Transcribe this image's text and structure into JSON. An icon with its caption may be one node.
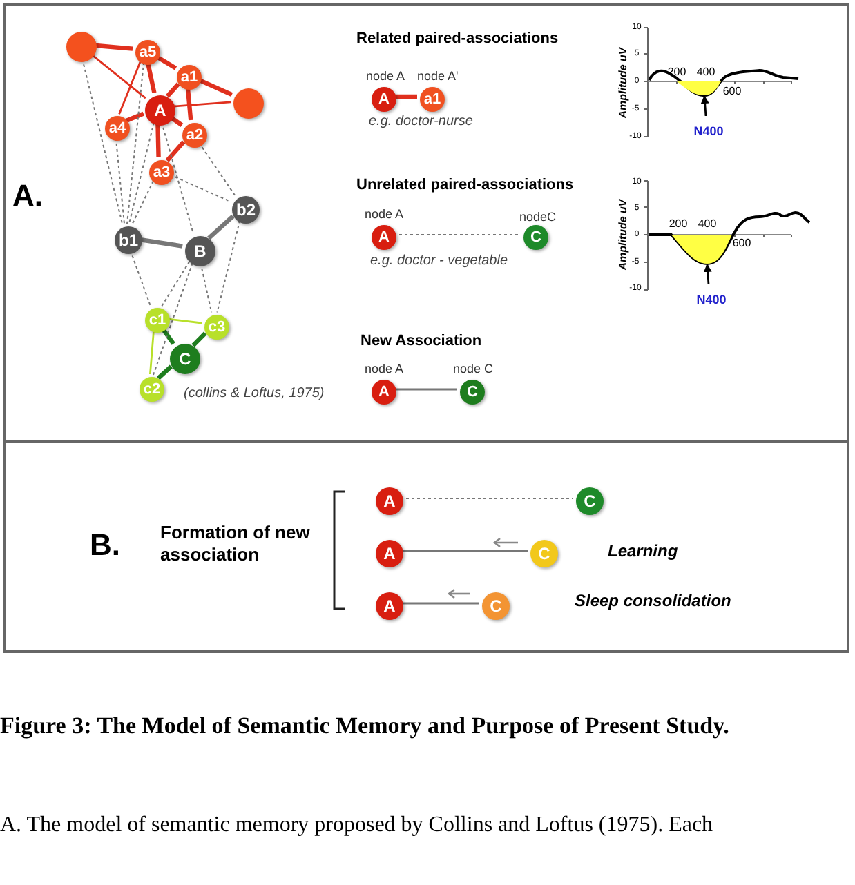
{
  "diagram": {
    "caption": "Figure 3: The Model of Semantic Memory and Purpose of Present Study.",
    "nodes": [
      {
        "text": [
          "A."
        ]
      },
      {
        "text": [],
        "shape": "circle",
        "in": 0
      },
      {
        "text": [
          "a5"
        ],
        "in": 0
      },
      {
        "text": [
          "a1"
        ],
        "in": 0
      },
      {
        "text": [],
        "shape": "circle",
        "in": 0
      },
      {
        "text": [
          "A"
        ],
        "in": 0
      },
      {
        "text": [
          "a4"
        ],
        "in": 0
      },
      {
        "text": [
          "a2"
        ],
        "in": 0
      },
      {
        "text": [
          "a3"
        ],
        "in": 0
      },
      {
        "text": [
          "b2"
        ],
        "in": 0
      },
      {
        "text": [
          "b1"
        ],
        "in": 0
      },
      {
        "text": [
          "B"
        ],
        "in": 0
      },
      {
        "text": [
          "c1"
        ],
        "in": 0
      },
      {
        "text": [
          "c3"
        ],
        "in": 0
      },
      {
        "text": [
          "C"
        ],
        "in": 0
      },
      {
        "text": [
          "c2"
        ],
        "in": 0
      },
      {
        "text": [
          "A"
        ],
        "beside": [
          "node A"
        ],
        "in": 0
      },
      {
        "text": [
          "a1"
        ],
        "beside": [
          "node A'"
        ],
        "in": 0
      },
      {
        "text": [
          "A"
        ],
        "beside": [
          "node A"
        ],
        "in": 0
      },
      {
        "text": [
          "C"
        ],
        "beside": [
          "nodeC"
        ],
        "in": 0
      },
      {
        "text": [
          "A"
        ],
        "beside": [
          "node A"
        ],
        "in": 0
      },
      {
        "text": [
          "C"
        ],
        "beside": [
          "node C"
        ],
        "in": 0
      },
      {
        "text": [
          "N400"
        ],
        "in": 0
      },
      {
        "text": [
          "N400"
        ],
        "in": 0
      },
      {
        "text": [
          "B."
        ]
      },
      {
        "text": [
          "A"
        ],
        "in": 24
      },
      {
        "text": [
          "C"
        ],
        "in": 24
      },
      {
        "text": [
          "A"
        ],
        "in": 24
      },
      {
        "text": [
          "C"
        ],
        "in": 24
      },
      {
        "text": [
          "A"
        ],
        "in": 24
      },
      {
        "text": [
          "C"
        ],
        "in": 24
      },
      {
        "text": [],
        "shape": "area",
        "in": 0
      },
      {
        "text": [],
        "shape": "area",
        "in": 0
      }
    ],
    "edges": [
      {
        "from": 1,
        "to": 2,
        "arrow": "none",
        "style": "thick",
        "color": "#e0301e"
      },
      {
        "from": 1,
        "to": 5,
        "arrow": "none",
        "color": "#e0301e"
      },
      {
        "from": 2,
        "to": 3,
        "arrow": "none",
        "style": "thick",
        "color": "#e0301e"
      },
      {
        "from": 2,
        "to": 5,
        "arrow": "none",
        "style": "thick",
        "color": "#e0301e"
      },
      {
        "from": 2,
        "to": 6,
        "arrow": "none",
        "color": "#e0301e"
      },
      {
        "from": 3,
        "to": 5,
        "arrow": "none",
        "style": "thick",
        "color": "#e0301e"
      },
      {
        "from": 3,
        "to": 7,
        "arrow": "none",
        "style": "thick",
        "color": "#e0301e"
      },
      {
        "from": 3,
        "to": 4,
        "arrow": "none",
        "style": "thick",
        "color": "#e0301e"
      },
      {
        "from": 5,
        "to": 4,
        "arrow": "none",
        "color": "#e0301e"
      },
      {
        "from": 5,
        "to": 6,
        "arrow": "none",
        "style": "thick",
        "color": "#e0301e"
      },
      {
        "from": 5,
        "to": 7,
        "arrow": "none",
        "style": "thick",
        "color": "#e0301e"
      },
      {
        "from": 5,
        "to": 8,
        "arrow": "none",
        "style": "thick",
        "color": "#e0301e"
      },
      {
        "from": 7,
        "to": 8,
        "arrow": "none",
        "style": "thick",
        "color": "#e0301e"
      },
      {
        "from": 10,
        "to": 11,
        "arrow": "none",
        "style": "thick"
      },
      {
        "from": 11,
        "to": 9,
        "arrow": "none",
        "style": "thick"
      },
      {
        "from": 12,
        "to": 13,
        "arrow": "none",
        "color": "#b8e02a"
      },
      {
        "from": 12,
        "to": 14,
        "arrow": "none",
        "style": "thick",
        "color": "#1e7d1e"
      },
      {
        "from": 14,
        "to": 13,
        "arrow": "none",
        "style": "thick",
        "color": "#1e7d1e"
      },
      {
        "from": 14,
        "to": 15,
        "arrow": "none",
        "style": "thick",
        "color": "#1e7d1e"
      },
      {
        "from": 12,
        "to": 15,
        "arrow": "none",
        "color": "#b8e02a"
      },
      {
        "from": 1,
        "to": 10,
        "arrow": "none",
        "style": "dashed"
      },
      {
        "from": 2,
        "to": 10,
        "arrow": "none",
        "style": "dashed"
      },
      {
        "from": 6,
        "to": 10,
        "arrow": "none",
        "style": "dashed"
      },
      {
        "from": 5,
        "to": 10,
        "arrow": "none",
        "style": "dashed"
      },
      {
        "from": 8,
        "to": 10,
        "arrow": "none",
        "style": "dashed"
      },
      {
        "from": 7,
        "to": 9,
        "arrow": "none",
        "style": "dashed"
      },
      {
        "from": 8,
        "to": 9,
        "arrow": "none",
        "style": "dashed"
      },
      {
        "from": 5,
        "to": 11,
        "arrow": "none",
        "style": "dashed"
      },
      {
        "from": 10,
        "to": 12,
        "arrow": "none",
        "style": "dashed"
      },
      {
        "from": 11,
        "to": 12,
        "arrow": "none",
        "style": "dashed"
      },
      {
        "from": 11,
        "to": 15,
        "arrow": "none",
        "style": "dashed"
      },
      {
        "from": 11,
        "to": 13,
        "arrow": "none",
        "style": "dashed"
      },
      {
        "from": 9,
        "to": 13,
        "arrow": "none",
        "style": "dashed"
      },
      {
        "from": 16,
        "to": 17,
        "arrow": "none",
        "style": "thick",
        "color": "#e0301e"
      },
      {
        "from": 18,
        "to": 19,
        "arrow": "none",
        "style": "dashed"
      },
      {
        "from": 20,
        "to": 21,
        "arrow": "none"
      },
      {
        "from": 22,
        "to": 31,
        "arrow": "to",
        "color": "#000000"
      },
      {
        "from": 23,
        "to": 32,
        "arrow": "to",
        "color": "#000000"
      },
      {
        "from": 25,
        "to": 26,
        "arrow": "none",
        "style": "dashed"
      },
      {
        "from": 27,
        "to": 28,
        "arrow": "none"
      },
      {
        "from": 29,
        "to": 30,
        "arrow": "none"
      }
    ],
    "labels": [
      "Related paired-associations",
      "e.g. doctor-nurse",
      "10",
      "5",
      "0",
      "-5",
      "-10",
      "Amplitude uV",
      "200",
      "400",
      "600",
      "Unrelated paired-associations",
      "e.g. doctor - vegetable",
      "10",
      "5",
      "0",
      "-5",
      "-10",
      "Amplitude uV",
      "200",
      "400",
      "600",
      "New Association",
      "(collins & Loftus, 1975)",
      "Formation of new association",
      "Learning",
      "Sleep consolidation",
      "A. The model of semantic memory proposed by Collins and Loftus (1975). Each"
    ]
  }
}
